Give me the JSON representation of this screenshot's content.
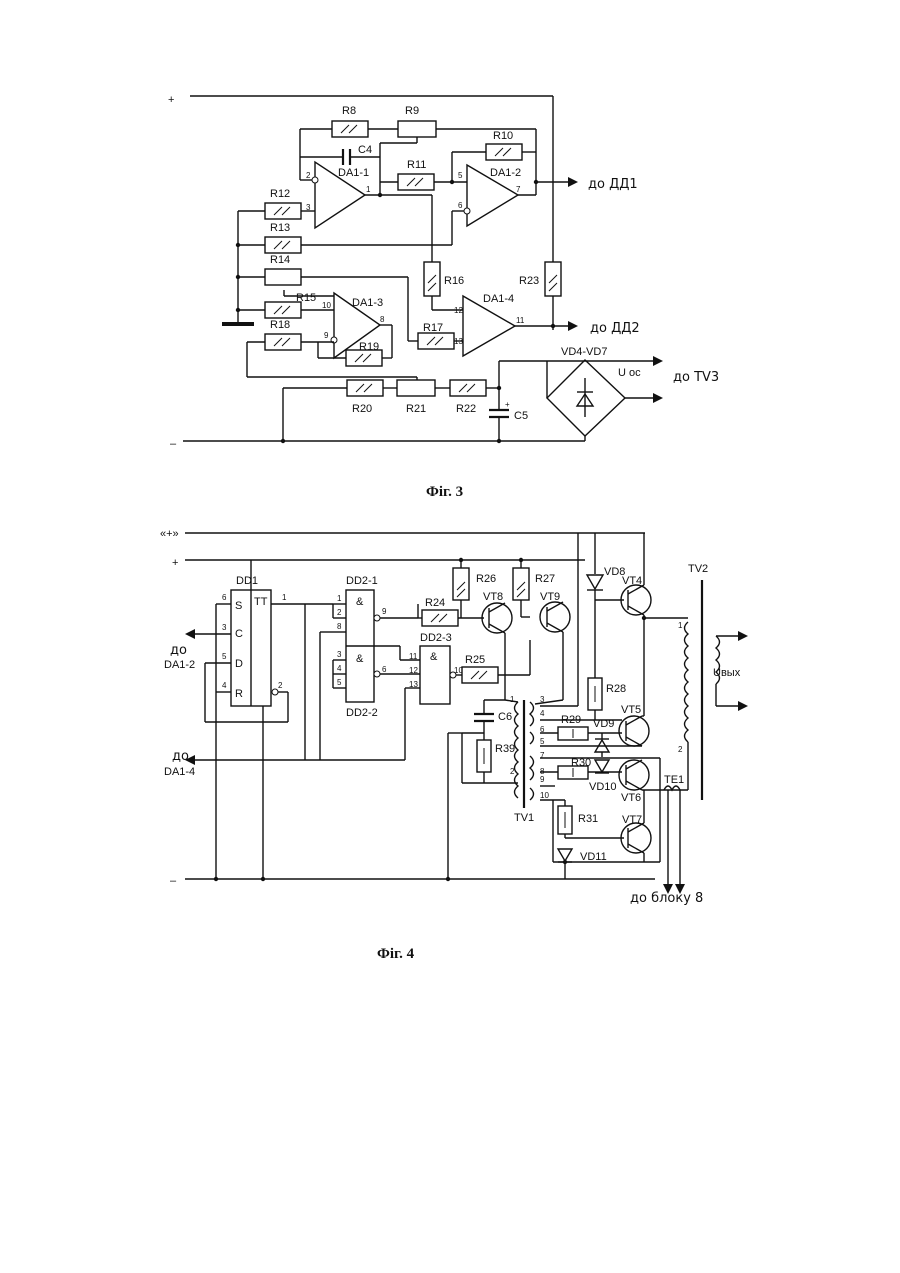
{
  "fig3": {
    "caption": "Фіг. 3",
    "rail_plus": "+",
    "rail_minus": "–",
    "out_da1": "до ДД1",
    "out_da2": "до ДД2",
    "out_tv3": "до TV3",
    "u_label": "U ос",
    "bridge_label": "VD4-VD7",
    "cap_plus": "+",
    "components": {
      "r8": "R8",
      "r9": "R9",
      "r10": "R10",
      "r11": "R11",
      "r12": "R12",
      "r13": "R13",
      "r14": "R14",
      "r15": "R15",
      "r16": "R16",
      "r17": "R17",
      "r18": "R18",
      "r19": "R19",
      "r20": "R20",
      "r21": "R21",
      "r22": "R22",
      "r23": "R23",
      "c4": "C4",
      "c5": "C5",
      "da1_1": "DA1-1",
      "da1_2": "DA1-2",
      "da1_3": "DA1-3",
      "da1_4": "DA1-4"
    },
    "pins": {
      "p1": "1",
      "p2": "2",
      "p3": "3",
      "p5": "5",
      "p6": "6",
      "p7": "7",
      "p8": "8",
      "p9": "9",
      "p10": "10",
      "p11": "11",
      "p12": "12",
      "p13": "13"
    }
  },
  "fig4": {
    "caption": "Фіг. 4",
    "rail_pp": "«+»",
    "rail_plus": "+",
    "rail_minus": "–",
    "out_da12": [
      "до",
      "DA1-2"
    ],
    "out_da14": [
      "до",
      "DA1-4"
    ],
    "out_block": "до блоку 8",
    "u_out": "Uвых",
    "dd1": {
      "name": "DD1",
      "type": "TT",
      "pins": [
        "S",
        "C",
        "D",
        "R"
      ],
      "nums": [
        "6",
        "3",
        "5",
        "4",
        "1",
        "2"
      ]
    },
    "dd2_1": {
      "name": "DD2-1",
      "sym": "&",
      "nums": [
        "1",
        "2",
        "8",
        "9"
      ]
    },
    "dd2_2": {
      "name": "DD2-2",
      "sym": "&",
      "nums": [
        "3",
        "4",
        "5",
        "6"
      ]
    },
    "dd2_3": {
      "name": "DD2-3",
      "sym": "&",
      "nums": [
        "11",
        "12",
        "13",
        "10"
      ]
    },
    "components": {
      "r24": "R24",
      "r25": "R25",
      "r26": "R26",
      "r27": "R27",
      "r28": "R28",
      "r29": "R29",
      "r30": "R30",
      "r31": "R31",
      "r39": "R39",
      "c6": "C6",
      "vt4": "VT4",
      "vt5": "VT5",
      "vt6": "VT6",
      "vt7": "VT7",
      "vt8": "VT8",
      "vt9": "VT9",
      "vd8": "VD8",
      "vd9": "VD9",
      "vd10": "VD10",
      "vd11": "VD11",
      "tv1": "TV1",
      "tv2": "TV2",
      "ta1": "TE1"
    },
    "tv1_pins": [
      "1",
      "2",
      "3",
      "4",
      "5",
      "6",
      "7",
      "8",
      "9",
      "10"
    ],
    "tv2_pins": [
      "1",
      "2"
    ]
  }
}
